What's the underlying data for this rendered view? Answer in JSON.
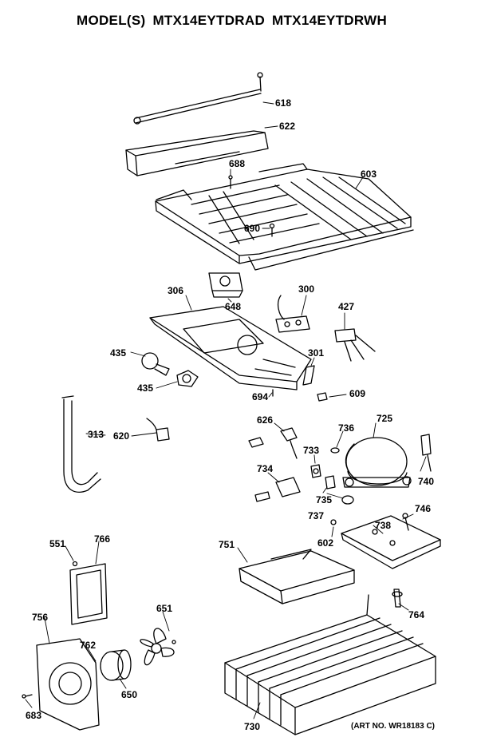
{
  "header": {
    "prefix": "MODEL(S)",
    "model_1": "MTX14EYTDRAD",
    "model_2": "MTX14EYTDRWH"
  },
  "art_number": "(ART NO. WR18183 C)",
  "parts": {
    "p618": "618",
    "p622": "622",
    "p688": "688",
    "p603": "603",
    "p690": "690",
    "p306": "306",
    "p648": "648",
    "p300": "300",
    "p427": "427",
    "p435a": "435",
    "p435b": "435",
    "p301": "301",
    "p694": "694",
    "p609": "609",
    "p313": "313",
    "p620": "620",
    "p626": "626",
    "p736": "736",
    "p725": "725",
    "p733": "733",
    "p734": "734",
    "p735": "735",
    "p740": "740",
    "p737": "737",
    "p746": "746",
    "p551": "551",
    "p766": "766",
    "p751": "751",
    "p602": "602",
    "p738": "738",
    "p651": "651",
    "p756": "756",
    "p762": "762",
    "p764": "764",
    "p650": "650",
    "p683": "683",
    "p730": "730"
  }
}
